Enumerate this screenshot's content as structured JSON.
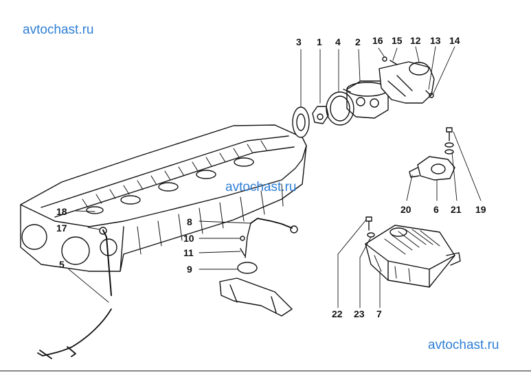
{
  "watermarks": {
    "top": "avtochast.ru",
    "middle": "avtochast.ru",
    "bottom": "avtochast.ru"
  },
  "callouts": {
    "n1": "1",
    "n2": "2",
    "n3": "3",
    "n4": "4",
    "n5": "5",
    "n6": "6",
    "n7": "7",
    "n8": "8",
    "n9": "9",
    "n10": "10",
    "n11": "11",
    "n12": "12",
    "n13": "13",
    "n14": "14",
    "n15": "15",
    "n16": "16",
    "n17": "17",
    "n18": "18",
    "n19": "19",
    "n20": "20",
    "n21": "21",
    "n22": "22",
    "n23": "23"
  },
  "colors": {
    "ink": "#111111",
    "watermark": "#2f7fd6"
  }
}
